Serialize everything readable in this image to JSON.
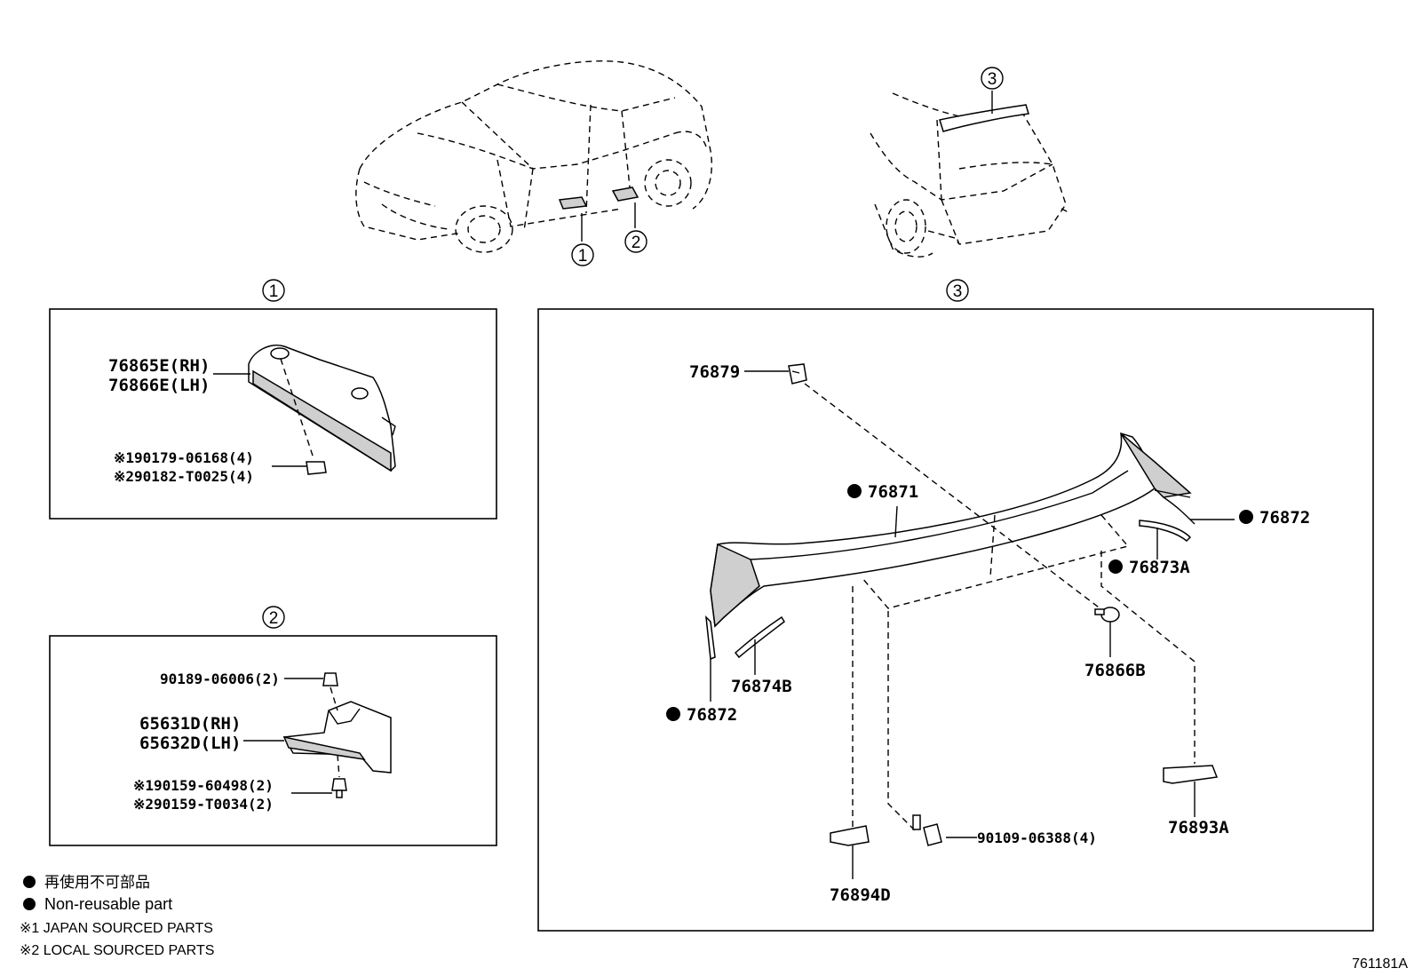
{
  "callouts": {
    "c1": "1",
    "c2": "2",
    "c3": "3"
  },
  "box1": {
    "label_rh": "76865E(RH)",
    "label_lh": "76866E(LH)",
    "clip_1": "※190179-06168(4)",
    "clip_2": "※290182-T0025(4)"
  },
  "box2": {
    "nut": "90189-06006(2)",
    "label_rh": "65631D(RH)",
    "label_lh": "65632D(LH)",
    "screw_1": "※190159-60498(2)",
    "screw_2": "※290159-T0034(2)"
  },
  "box3": {
    "p76879": "76879",
    "p76871": "76871",
    "p76872_right": "76872",
    "p76873A": "76873A",
    "p76866B": "76866B",
    "p76874B": "76874B",
    "p76872_left": "76872",
    "p76894D": "76894D",
    "p90109": "90109-06388(4)",
    "p76893A": "76893A"
  },
  "legend": {
    "line1": "再使用不可部品",
    "line2": "Non-reusable part",
    "line3": "※1 JAPAN SOURCED PARTS",
    "line4": "※2 LOCAL SOURCED PARTS"
  },
  "figure_id": "761181A"
}
